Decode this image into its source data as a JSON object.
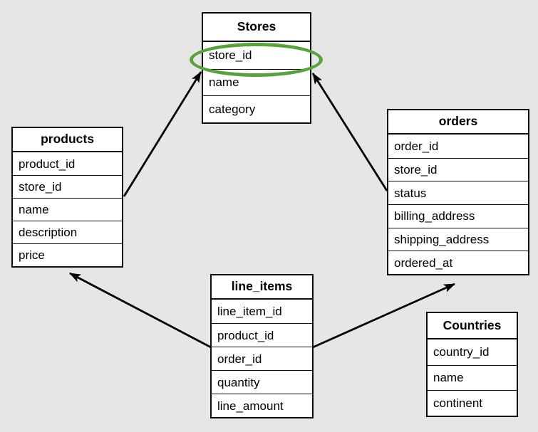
{
  "diagram_type": "entity-relationship",
  "tables": {
    "stores": {
      "title": "Stores",
      "fields": [
        "store_id",
        "name",
        "category"
      ]
    },
    "products": {
      "title": "products",
      "fields": [
        "product_id",
        "store_id",
        "name",
        "description",
        "price"
      ]
    },
    "orders": {
      "title": "orders",
      "fields": [
        "order_id",
        "store_id",
        "status",
        "billing_address",
        "shipping_address",
        "ordered_at"
      ]
    },
    "line_items": {
      "title": "line_items",
      "fields": [
        "line_item_id",
        "product_id",
        "order_id",
        "quantity",
        "line_amount"
      ]
    },
    "countries": {
      "title": "Countries",
      "fields": [
        "country_id",
        "name",
        "continent"
      ]
    }
  },
  "relationships": [
    {
      "from": "products",
      "to": "Stores"
    },
    {
      "from": "orders",
      "to": "Stores"
    },
    {
      "from": "line_items",
      "to": "products"
    },
    {
      "from": "line_items",
      "to": "orders"
    }
  ],
  "highlight": {
    "shape": "ellipse",
    "table": "Stores",
    "field": "store_id",
    "color": "#55a33a"
  },
  "colors": {
    "background": "#e6e6e6",
    "table_fill": "#ffffff",
    "border": "#0d0d0d",
    "arrow": "#000000",
    "highlight": "#55a33a"
  }
}
